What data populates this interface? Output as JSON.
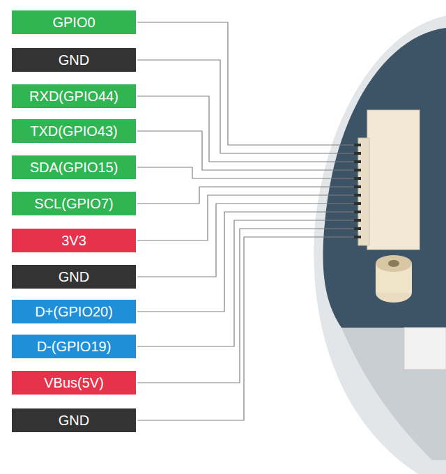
{
  "diagram": {
    "nodes": [
      {
        "text": [
          "GPIO0"
        ]
      },
      {
        "text": [
          "GND"
        ]
      },
      {
        "text": [
          "RXD(GPIO44)"
        ]
      },
      {
        "text": [
          "TXD(GPIO43)"
        ]
      },
      {
        "text": [
          "SDA(GPIO15)"
        ]
      },
      {
        "text": [
          "SCL(GPIO7)"
        ]
      },
      {
        "text": [
          "3V3"
        ]
      },
      {
        "text": [
          "GND"
        ]
      },
      {
        "text": [
          "D+(GPIO20)"
        ]
      },
      {
        "text": [
          "D-(GPIO19)"
        ]
      },
      {
        "text": [
          "VBus(5V)"
        ]
      },
      {
        "text": [
          "GND"
        ]
      }
    ]
  }
}
